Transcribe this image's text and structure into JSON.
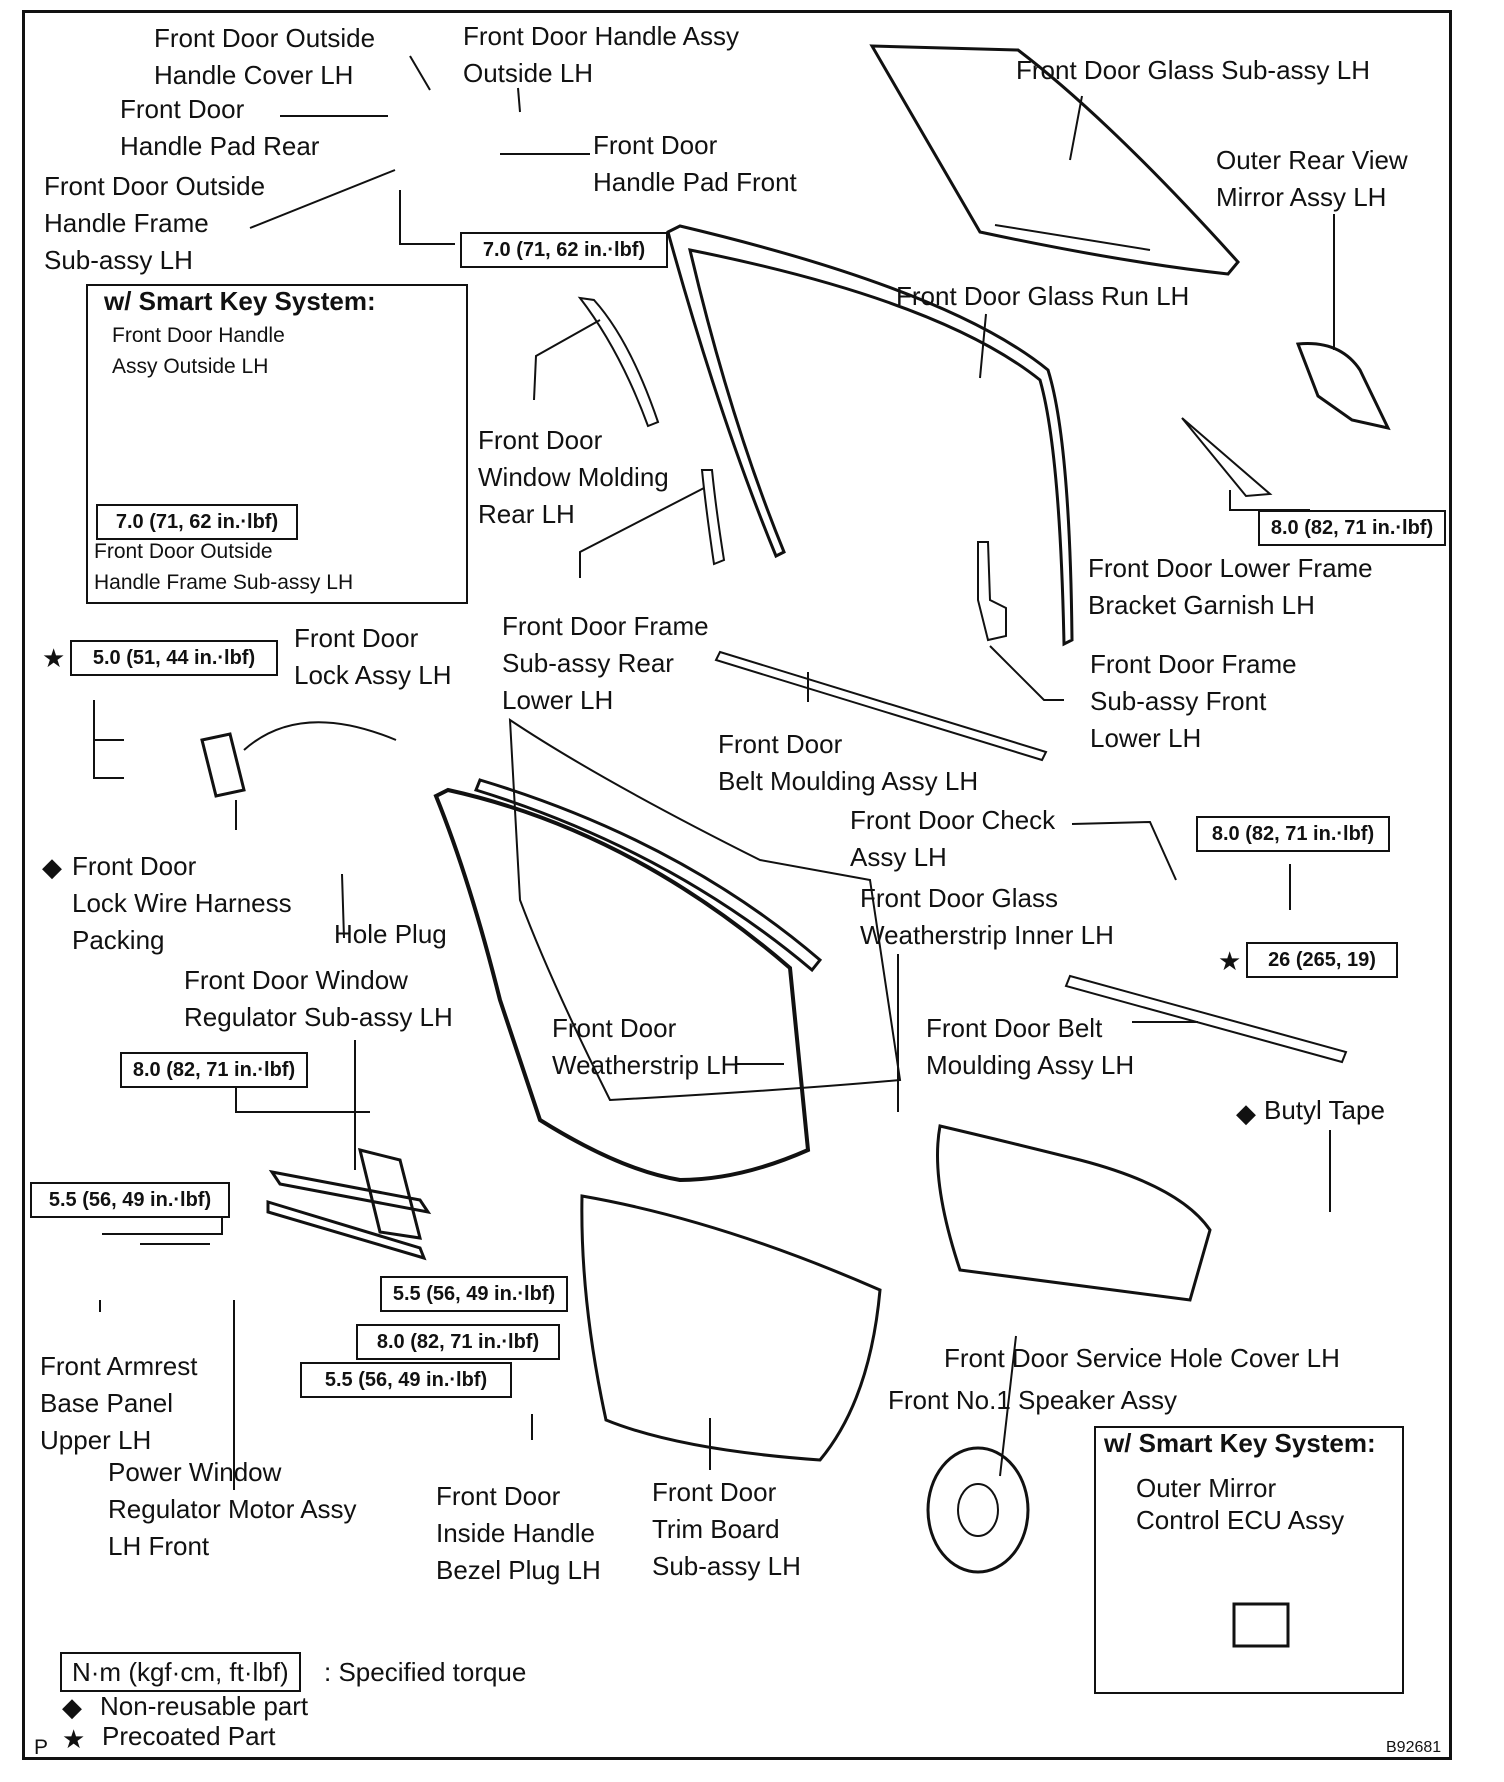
{
  "labels": {
    "outside_handle_cover": [
      "Front Door Outside",
      "Handle Cover LH"
    ],
    "handle_assy_outside": [
      "Front Door Handle Assy",
      "Outside LH"
    ],
    "glass_subassy": "Front Door Glass Sub-assy LH",
    "handle_pad_rear": [
      "Front Door",
      "Handle Pad Rear"
    ],
    "handle_pad_front": [
      "Front Door",
      "Handle Pad Front"
    ],
    "outer_mirror": [
      "Outer Rear View",
      "Mirror Assy LH"
    ],
    "outside_handle_frame": [
      "Front Door Outside",
      "Handle Frame",
      "Sub-assy  LH"
    ],
    "glass_run": "Front Door Glass Run LH",
    "window_molding_rear": [
      "Front Door",
      "Window Molding",
      "Rear LH"
    ],
    "lower_frame_bracket": [
      "Front Door Lower Frame",
      "Bracket Garnish LH"
    ],
    "lock_assy": [
      "Front Door",
      "Lock Assy LH"
    ],
    "frame_rear_lower": [
      "Front Door Frame",
      "Sub-assy Rear",
      "Lower LH"
    ],
    "frame_front_lower": [
      "Front Door Frame",
      "Sub-assy Front",
      "Lower LH"
    ],
    "belt_moulding_outer": [
      "Front Door",
      "Belt Moulding Assy LH"
    ],
    "check_assy": [
      "Front Door Check",
      "Assy LH"
    ],
    "lock_wire_packing": [
      "Front Door",
      "Lock Wire Harness",
      "Packing"
    ],
    "hole_plug": "Hole Plug",
    "glass_weatherstrip_inner": [
      "Front Door Glass",
      "Weatherstrip Inner LH"
    ],
    "window_regulator": [
      "Front Door Window",
      "Regulator Sub-assy LH"
    ],
    "weatherstrip": [
      "Front Door",
      "Weatherstrip LH"
    ],
    "belt_moulding_inner": [
      "Front Door Belt",
      "Moulding Assy LH"
    ],
    "butyl_tape": "Butyl Tape",
    "armrest_panel": [
      "Front Armrest",
      "Base Panel",
      "Upper LH"
    ],
    "service_hole_cover": "Front Door Service Hole Cover LH",
    "speaker": "Front No.1 Speaker Assy",
    "power_window_motor": [
      "Power Window",
      "Regulator Motor Assy",
      "LH Front"
    ],
    "inside_handle_bezel": [
      "Front Door",
      "Inside Handle",
      "Bezel Plug LH"
    ],
    "trim_board": [
      "Front Door",
      "Trim Board",
      "Sub-assy  LH"
    ]
  },
  "inset_top": {
    "title": "w/ Smart Key System:",
    "handle_label": [
      "Front Door Handle",
      "Assy Outside LH"
    ],
    "frame_label": [
      "Front Door Outside",
      "Handle Frame Sub-assy LH"
    ],
    "torque": "7.0 (71, 62 in.·lbf)"
  },
  "inset_bottom": {
    "title": "w/ Smart Key System:",
    "ecu_label": [
      "Outer Mirror",
      "Control ECU Assy"
    ]
  },
  "torques": {
    "handle_frame": "7.0 (71, 62 in.·lbf)",
    "mirror": "8.0 (82, 71 in.·lbf)",
    "lock": "5.0 (51, 44 in.·lbf)",
    "check_nut": "8.0 (82, 71 in.·lbf)",
    "check_bolt": "26 (265, 19)",
    "regulator_top": "8.0 (82, 71 in.·lbf)",
    "regulator_left": "5.5 (56, 49 in.·lbf)",
    "regulator_right": "5.5 (56, 49 in.·lbf)",
    "regulator_mid": "8.0 (82, 71 in.·lbf)",
    "regulator_bottom": "5.5 (56, 49 in.·lbf)"
  },
  "symbols": {
    "star": "★",
    "diamond": "◆"
  },
  "legend": {
    "torque_unit": "N·m (kgf·cm, ft·lbf)",
    "torque_text": ": Specified torque",
    "nonreusable": "Non-reusable  part",
    "precoated": "Precoated Part"
  },
  "corner_p": "P",
  "figure_id": "B92681"
}
